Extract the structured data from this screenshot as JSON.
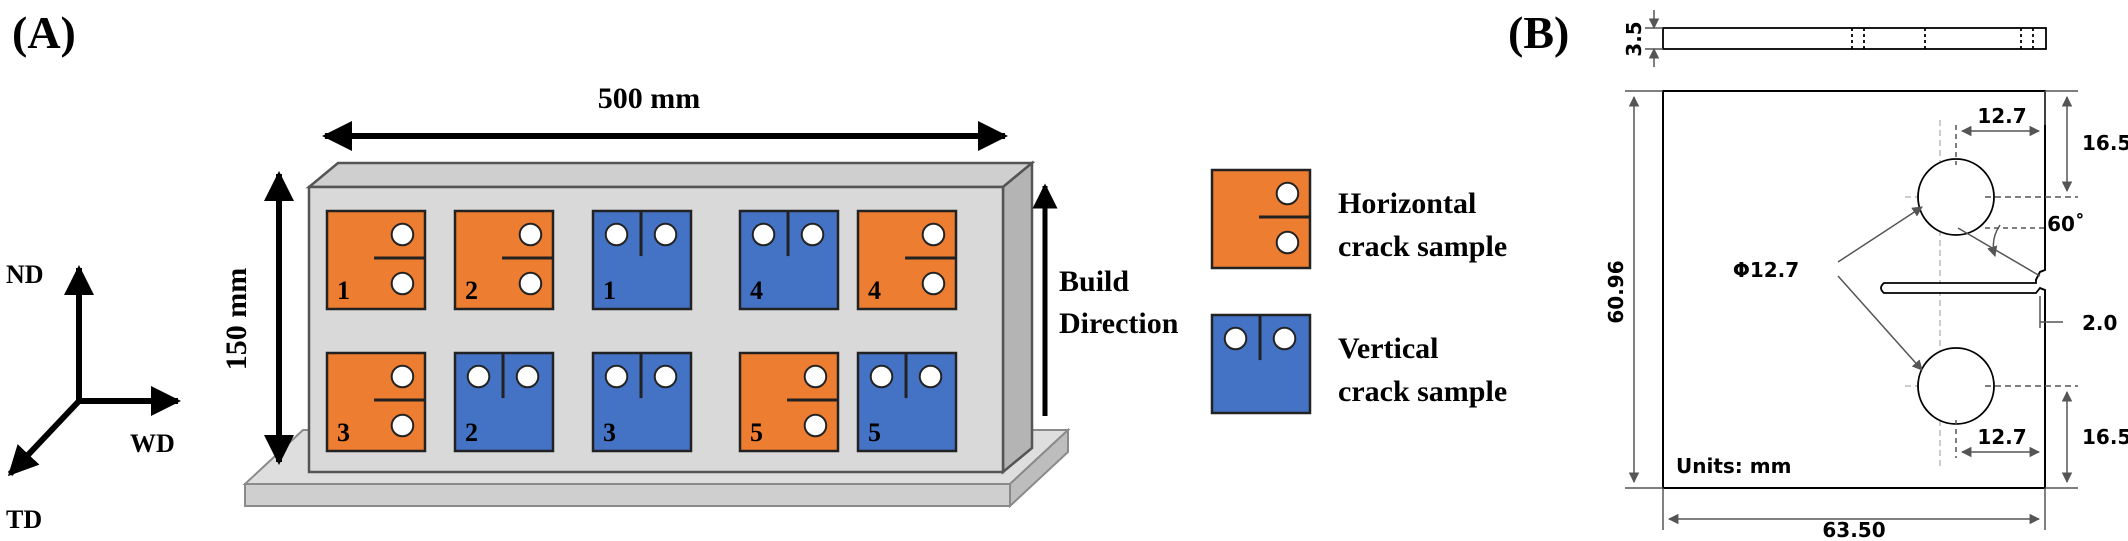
{
  "panel_a": {
    "label": "(A)",
    "axes": {
      "nd": "ND",
      "wd": "WD",
      "td": "TD"
    },
    "dims": {
      "length": "500 mm",
      "height": "150 mm"
    },
    "build_direction": {
      "line1": "Build",
      "line2": "Direction"
    },
    "samples_top": [
      {
        "type": "horizontal",
        "number": "1"
      },
      {
        "type": "horizontal",
        "number": "2"
      },
      {
        "type": "vertical",
        "number": "1"
      },
      {
        "type": "vertical",
        "number": "4"
      },
      {
        "type": "horizontal",
        "number": "4"
      }
    ],
    "samples_bottom": [
      {
        "type": "horizontal",
        "number": "3"
      },
      {
        "type": "vertical",
        "number": "2"
      },
      {
        "type": "vertical",
        "number": "3"
      },
      {
        "type": "horizontal",
        "number": "5"
      },
      {
        "type": "vertical",
        "number": "5"
      }
    ],
    "legend": {
      "horizontal": {
        "line1": "Horizontal",
        "line2": "crack sample"
      },
      "vertical": {
        "line1": "Vertical",
        "line2": "crack sample"
      }
    },
    "colors": {
      "horizontal": "#ed7d31",
      "vertical": "#4472c4",
      "block": "#d9d9d9",
      "plate": "#d0d0d0"
    }
  },
  "panel_b": {
    "label": "(B)",
    "thickness": "3.5",
    "height": "60.96",
    "width": "63.50",
    "hole_dia": "Φ12.7",
    "angle": "60˚",
    "top_offset": "16.5",
    "bottom_offset": "16.5",
    "top_hole_x": "12.7",
    "bottom_hole_x": "12.7",
    "notch_width": "2.0",
    "units": "Units: mm"
  }
}
